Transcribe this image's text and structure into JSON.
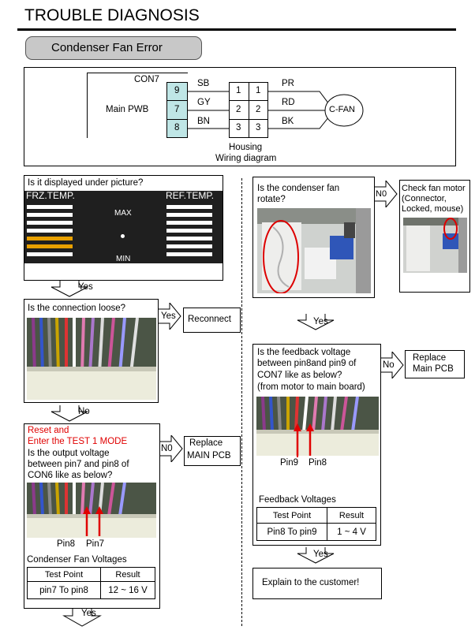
{
  "page": {
    "title": "TROUBLE DIAGNOSIS",
    "section_title": "Condenser Fan Error"
  },
  "wiring": {
    "con_label": "CON7",
    "main_label": "Main PWB",
    "pins": [
      "9",
      "7",
      "8"
    ],
    "wire_labels_left": [
      "SB",
      "GY",
      "BN"
    ],
    "housing_left": [
      "1",
      "2",
      "3"
    ],
    "housing_right": [
      "1",
      "2",
      "3"
    ],
    "wire_labels_right": [
      "PR",
      "RD",
      "BK"
    ],
    "fan_label": "C-FAN",
    "housing_label": "Housing",
    "caption": "Wiring diagram"
  },
  "left": {
    "q1": {
      "question": "Is  it displayed under picture?",
      "frz_label": "FRZ.TEMP.",
      "ref_label": "REF.TEMP.",
      "max_label": "MAX",
      "min_label": "MIN",
      "frz_bars": [
        "white",
        "white",
        "white",
        "white",
        "amber",
        "amber",
        "white"
      ],
      "ref_bars": [
        "white",
        "white",
        "white",
        "white",
        "white",
        "white",
        "white"
      ],
      "amber_color": "#e8a000"
    },
    "yes1": "Yes",
    "q2": {
      "question": "Is the connection loose?",
      "yes": "Yes",
      "action": "Reconnect"
    },
    "no1": "No",
    "q3": {
      "reset": "Reset and",
      "test": "Enter the TEST 1 MODE",
      "question_lines": [
        "Is the output voltage",
        "between pin7 and pin8 of",
        "CON6 like as below?"
      ],
      "no": "N0",
      "action_lines": [
        "Replace",
        "MAIN PCB"
      ],
      "pin_left": "Pin8",
      "pin_right": "Pin7",
      "table_title": "Condenser Fan Voltages",
      "headers": [
        "Test Point",
        "Result"
      ],
      "row": [
        "pin7 To pin8",
        "12 ~ 16 V"
      ]
    },
    "yes2": "Yes"
  },
  "right": {
    "q4": {
      "question_lines": [
        "Is the condenser fan",
        "rotate?"
      ],
      "no": "N0",
      "action_lines": [
        "Check fan motor",
        "(Connector,",
        "Locked, mouse)"
      ]
    },
    "yes3": "Yes",
    "q5": {
      "question_lines": [
        "Is the feedback voltage",
        "between pin8and pin9 of",
        "CON7 like as below?",
        "(from motor to main board)"
      ],
      "no": "No",
      "action_lines": [
        "Replace",
        "Main PCB"
      ],
      "pin_left": "Pin9",
      "pin_right": "Pin8",
      "table_title": "Feedback Voltages",
      "headers": [
        "Test Point",
        "Result"
      ],
      "row": [
        "Pin8 To pin9",
        "1 ~ 4 V"
      ]
    },
    "yes4": "Yes",
    "final": "Explain to the customer!"
  }
}
